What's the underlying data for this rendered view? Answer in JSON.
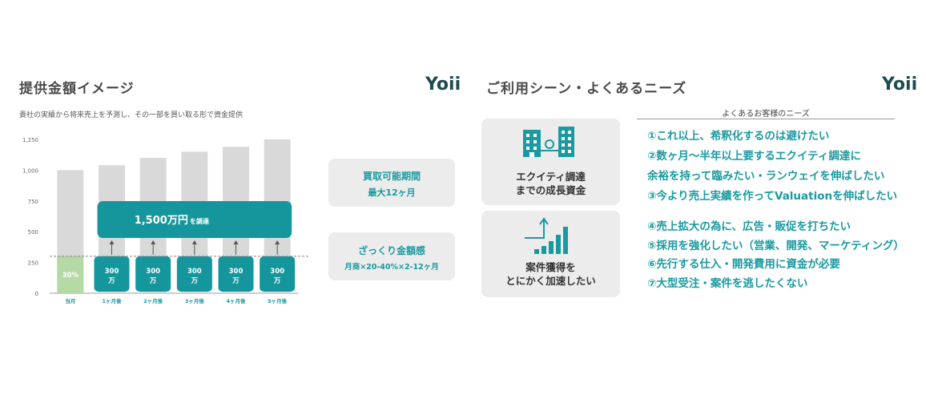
{
  "left": {
    "title": "提供金額イメージ",
    "logo": "Yoii",
    "subtitle": "貴社の実績から将来売上を予測し、その一部を買い取る形で資金提供",
    "period_card": {
      "title": "買取可能期間",
      "value": "最大12ヶ月"
    },
    "amount_card": {
      "title": "ざっくり金額感",
      "value": "月商×20-40%×2-12ヶ月"
    }
  },
  "chart_data": {
    "type": "bar",
    "categories": [
      "当月",
      "1ヶ月後",
      "2ヶ月後",
      "3ヶ月後",
      "4ヶ月後",
      "5ヶ月後"
    ],
    "series": [
      {
        "values": [
          1000,
          1040,
          1100,
          1150,
          1190,
          1250
        ]
      },
      {
        "values": [
          300,
          300,
          300,
          300,
          300,
          300
        ]
      }
    ],
    "bar_labels": [
      "30%",
      "300\n万",
      "300\n万",
      "300\n万",
      "300\n万",
      "300\n万"
    ],
    "yticks": [
      0,
      250,
      500,
      750,
      1000,
      1250
    ],
    "ytick_labels": [
      "0",
      "250",
      "500",
      "750",
      "1,000",
      "1,250"
    ],
    "ylim": [
      0,
      1250
    ],
    "reference_line": 300,
    "callout": {
      "main": "1,500万円",
      "suffix": "を調達"
    },
    "colors": {
      "total": "#d9d9d9",
      "current": "#b5d9a5",
      "funded": "#15969c",
      "callout": "#15969c"
    },
    "grid": false
  },
  "right": {
    "title": "ご利用シーン・よくあるニーズ",
    "logo": "Yoii",
    "needs_header": "よくあるお客様のニーズ",
    "scenes": [
      {
        "icon": "building-icon",
        "lines": [
          "エクイティ調達",
          "までの成長資金"
        ]
      },
      {
        "icon": "growth-chart-icon",
        "lines": [
          "案件獲得を",
          "とにかく加速したい"
        ]
      }
    ],
    "needs_top": [
      "①これ以上、希釈化するのは避けたい",
      "②数ヶ月〜半年以上要するエクイティ調達に",
      "余裕を持って臨みたい・ランウェイを伸ばしたい",
      "③今より売上実績を作ってValuationを伸ばしたい"
    ],
    "needs_bottom": [
      "④売上拡大の為に、広告・販促を打ちたい",
      "⑤採用を強化したい（営業、開発、マーケティング）",
      "⑥先行する仕入・開発費用に資金が必要",
      "⑦大型受注・案件を逃したくない"
    ],
    "accent": "#1a9aa0"
  }
}
